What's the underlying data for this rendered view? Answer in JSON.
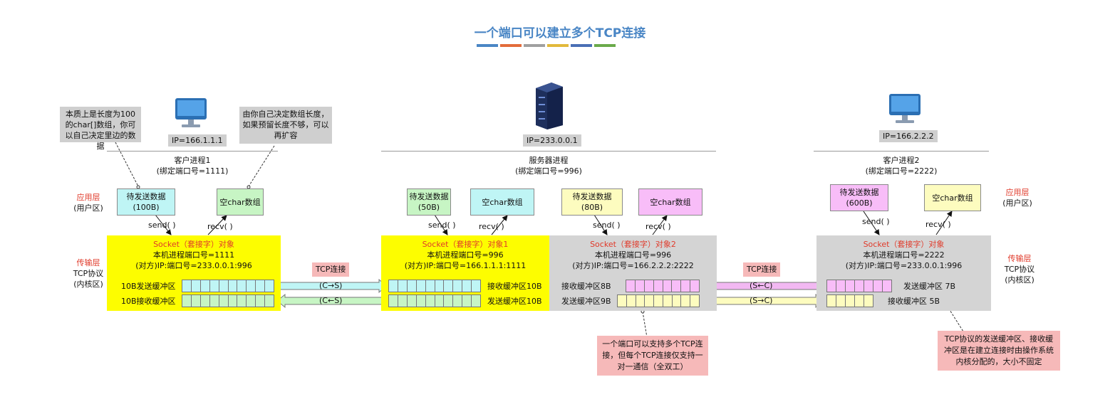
{
  "title": "一个端口可以建立多个TCP连接",
  "title_bar_colors": [
    "#4a86c5",
    "#e36c3a",
    "#a0a0a0",
    "#e2b93b",
    "#4a6fb5",
    "#6aaa4a"
  ],
  "colors": {
    "yellow_socket": "#fdfd00",
    "gray_socket": "#d4d4d4",
    "cyan": "#bff5f5",
    "green": "#c7f5c4",
    "light_yellow": "#fdfcbf",
    "magenta": "#f8bdf8",
    "pink_arrow": "#f2b8f2",
    "red_text": "#e03a2a"
  },
  "left_note": "本质上是长度为100的char[]数组，你可以自己决定里边的数据",
  "left_note2": "由你自己决定数组长度，如果预留长度不够，可以再扩容",
  "client1": {
    "ip": "IP=166.1.1.1",
    "process": "客户进程1",
    "port": "(绑定端口号=1111)",
    "send_box": "待发送数据\n(100B)",
    "recv_box": "空char数组",
    "send": "send( )",
    "recv": "recv( )",
    "socket_title": "Socket（套接字）对象",
    "socket_local": "本机进程端口号=1111",
    "socket_remote": "(对方)IP:端口号=233.0.0.1:996",
    "send_buf": "10B发送缓冲区",
    "recv_buf": "10B接收缓冲区"
  },
  "server": {
    "ip": "IP=233.0.0.1",
    "process": "服务器进程",
    "port": "(绑定端口号=996)",
    "send_box1": "待发送数据\n(50B)",
    "recv_box1": "空char数组",
    "send_box2": "待发送数据\n(80B)",
    "recv_box2": "空char数组",
    "send": "send( )",
    "recv": "recv( )",
    "socket1_title": "Socket（套接字）对象1",
    "socket1_local": "本机进程端口号=996",
    "socket1_remote": "(对方)IP:端口号=166.1.1.1:1111",
    "socket1_recv_buf": "接收缓冲区10B",
    "socket1_send_buf": "发送缓冲区10B",
    "socket2_title": "Socket（套接字）对象2",
    "socket2_local": "本机进程端口号=996",
    "socket2_remote": "(对方)IP:端口号=166.2.2.2:2222",
    "socket2_recv_buf": "接收缓冲区8B",
    "socket2_send_buf": "发送缓冲区9B"
  },
  "client2": {
    "ip": "IP=166.2.2.2",
    "process": "客户进程2",
    "port": "(绑定端口号=2222)",
    "send_box": "待发送数据\n(600B)",
    "recv_box": "空char数组",
    "send": "send( )",
    "recv": "recv( )",
    "socket_title": "Socket（套接字）对象",
    "socket_local": "本机进程端口号=2222",
    "socket_remote": "(对方)IP:端口号=233.0.0.1:996",
    "send_buf": "发送缓冲区 7B",
    "recv_buf": "接收缓冲区 5B"
  },
  "tcp_label": "TCP连接",
  "arrow_c_to_s": "(C→S)",
  "arrow_c_from_s": "(C←S)",
  "arrow_s_from_c": "(S←C)",
  "arrow_s_to_c": "(S→C)",
  "layers": {
    "app_title": "应用层",
    "app_sub": "(用户区)",
    "trans_title": "传输层",
    "trans_sub1": "TCP协议",
    "trans_sub2": "(内核区)"
  },
  "bottom_note_center": "一个端口可以支持多个TCP连接，但每个TCP连接仅支持一对一通信（全双工）",
  "bottom_note_right": "TCP协议的发送缓冲区、接收缓冲区是在建立连接时由操作系统内核分配的，大小不固定"
}
